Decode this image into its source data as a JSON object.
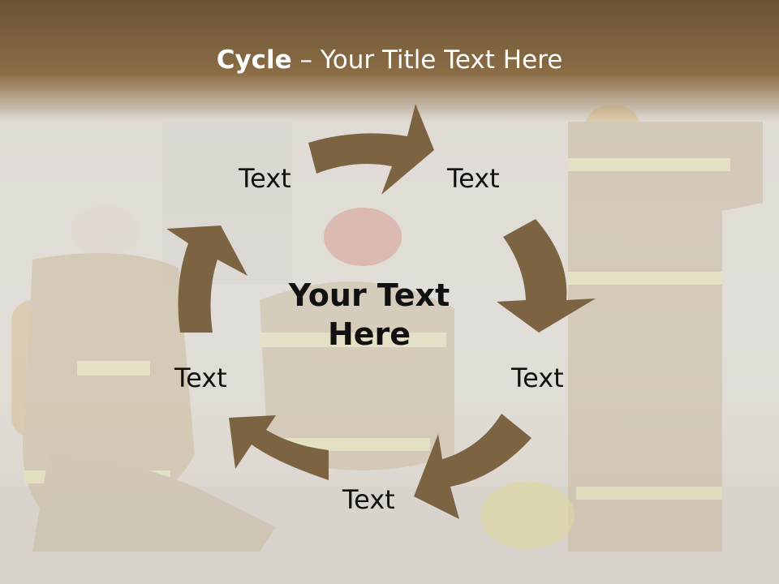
{
  "slide": {
    "title_bold": "Cycle",
    "title_dash": " – ",
    "title_rest": "Your Title Text Here",
    "center_line1": "Your Text",
    "center_line2": "Here"
  },
  "cycle": {
    "labels": [
      "Text",
      "Text",
      "Text",
      "Text",
      "Text"
    ],
    "arrow_color": "#7c6443"
  },
  "background": {
    "photo_subject": "firefighters kneeling and standing",
    "accent_color": "#8a6c45"
  }
}
